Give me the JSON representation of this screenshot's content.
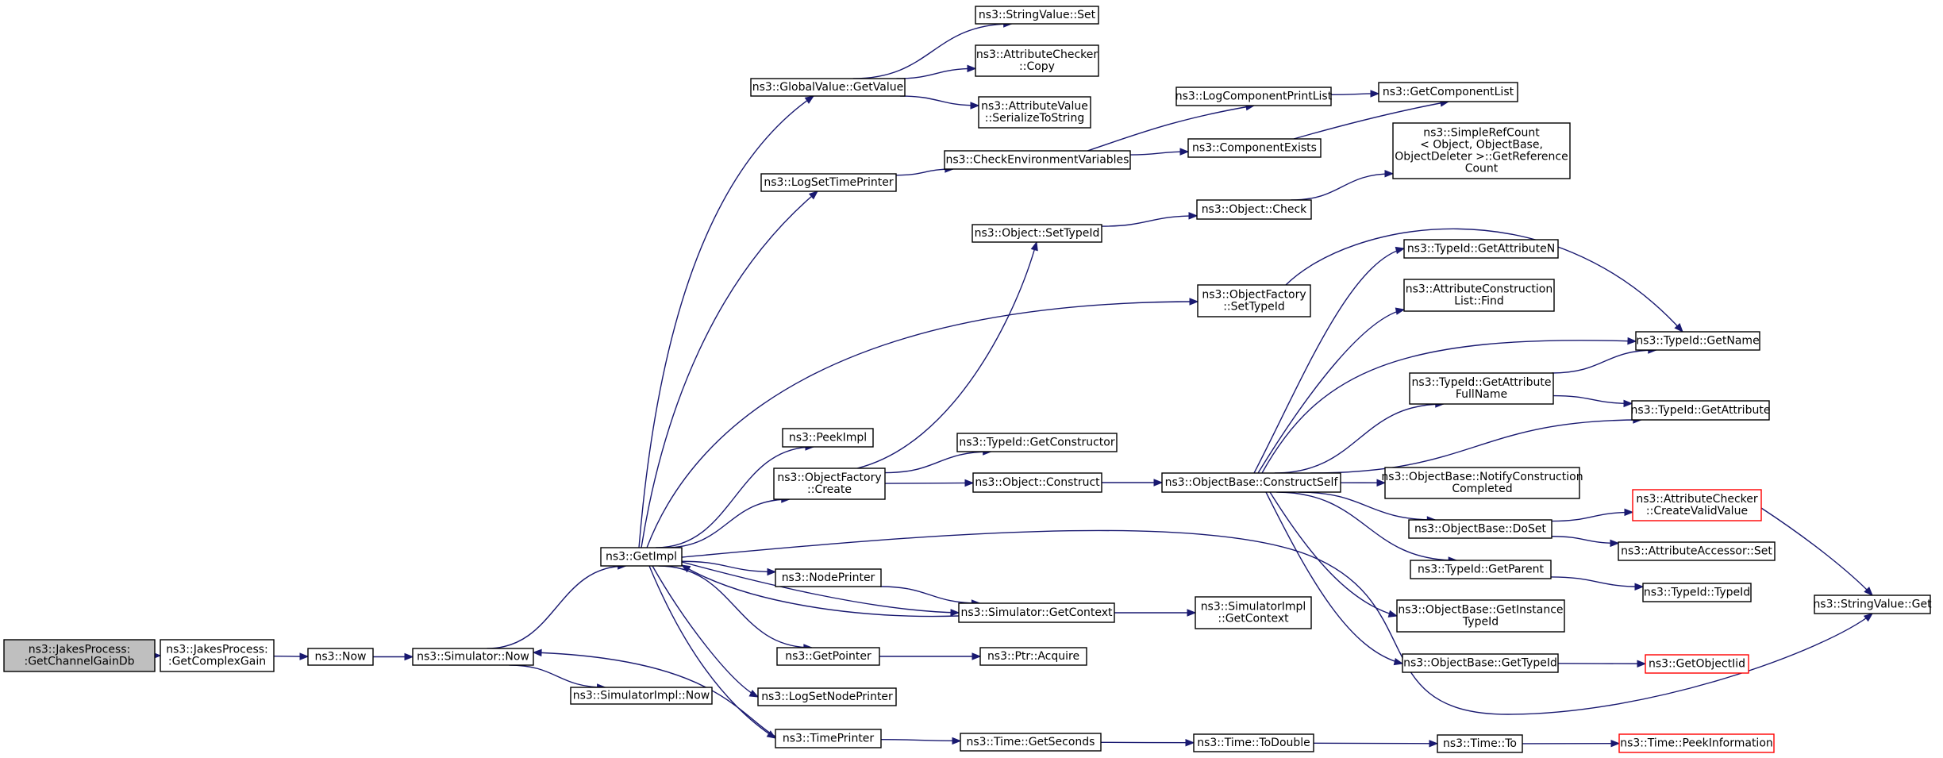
{
  "graph": {
    "nodes": [
      {
        "id": "getChannelGainDb",
        "lines": [
          "ns3::JakesProcess:",
          ":GetChannelGainDb"
        ],
        "root": true
      },
      {
        "id": "getComplexGain",
        "lines": [
          "ns3::JakesProcess:",
          ":GetComplexGain"
        ]
      },
      {
        "id": "now",
        "lines": [
          "ns3::Now"
        ]
      },
      {
        "id": "simulatorNow",
        "lines": [
          "ns3::Simulator::Now"
        ]
      },
      {
        "id": "simulatorImplNow",
        "lines": [
          "ns3::SimulatorImpl::Now"
        ]
      },
      {
        "id": "getImpl",
        "lines": [
          "ns3::GetImpl"
        ]
      },
      {
        "id": "globalValueGetValue",
        "lines": [
          "ns3::GlobalValue::GetValue"
        ]
      },
      {
        "id": "stringValueSet",
        "lines": [
          "ns3::StringValue::Set"
        ]
      },
      {
        "id": "attributeCheckerCopy",
        "lines": [
          "ns3::AttributeChecker",
          "::Copy"
        ]
      },
      {
        "id": "attributeValueSerialize",
        "lines": [
          "ns3::AttributeValue",
          "::SerializeToString"
        ]
      },
      {
        "id": "logSetTimePrinter",
        "lines": [
          "ns3::LogSetTimePrinter"
        ]
      },
      {
        "id": "checkEnvVars",
        "lines": [
          "ns3::CheckEnvironmentVariables"
        ]
      },
      {
        "id": "logComponentPrintList",
        "lines": [
          "ns3::LogComponentPrintList"
        ]
      },
      {
        "id": "componentExists",
        "lines": [
          "ns3::ComponentExists"
        ]
      },
      {
        "id": "getComponentList",
        "lines": [
          "ns3::GetComponentList"
        ]
      },
      {
        "id": "simpleRefCount",
        "lines": [
          "ns3::SimpleRefCount",
          "< Object, ObjectBase,",
          " ObjectDeleter >::GetReference",
          "Count"
        ]
      },
      {
        "id": "objectCheck",
        "lines": [
          "ns3::Object::Check"
        ]
      },
      {
        "id": "objectSetTypeId",
        "lines": [
          "ns3::Object::SetTypeId"
        ]
      },
      {
        "id": "objectFactorySetTypeId",
        "lines": [
          "ns3::ObjectFactory",
          "::SetTypeId"
        ]
      },
      {
        "id": "typeIdGetAttributeN",
        "lines": [
          "ns3::TypeId::GetAttributeN"
        ]
      },
      {
        "id": "attrConstructionListFind",
        "lines": [
          "ns3::AttributeConstruction",
          "List::Find"
        ]
      },
      {
        "id": "typeIdGetName",
        "lines": [
          "ns3::TypeId::GetName"
        ]
      },
      {
        "id": "typeIdGetAttributeFullName",
        "lines": [
          "ns3::TypeId::GetAttribute",
          "FullName"
        ]
      },
      {
        "id": "typeIdGetAttribute",
        "lines": [
          "ns3::TypeId::GetAttribute"
        ]
      },
      {
        "id": "peekImpl",
        "lines": [
          "ns3::PeekImpl"
        ]
      },
      {
        "id": "typeIdGetConstructor",
        "lines": [
          "ns3::TypeId::GetConstructor"
        ]
      },
      {
        "id": "objectFactoryCreate",
        "lines": [
          "ns3::ObjectFactory",
          "::Create"
        ]
      },
      {
        "id": "objectConstruct",
        "lines": [
          "ns3::Object::Construct"
        ]
      },
      {
        "id": "constructSelf",
        "lines": [
          "ns3::ObjectBase::ConstructSelf"
        ]
      },
      {
        "id": "notifyConstructionCompleted",
        "lines": [
          "ns3::ObjectBase::NotifyConstruction",
          "Completed"
        ]
      },
      {
        "id": "attributeCheckerCreateValidValue",
        "lines": [
          "ns3::AttributeChecker",
          "::CreateValidValue"
        ],
        "truncated": true
      },
      {
        "id": "objectBaseDoSet",
        "lines": [
          "ns3::ObjectBase::DoSet"
        ]
      },
      {
        "id": "attributeAccessorSet",
        "lines": [
          "ns3::AttributeAccessor::Set"
        ]
      },
      {
        "id": "stringValueGet",
        "lines": [
          "ns3::StringValue::Get"
        ]
      },
      {
        "id": "typeIdGetParent",
        "lines": [
          "ns3::TypeId::GetParent"
        ]
      },
      {
        "id": "typeIdTypeId",
        "lines": [
          "ns3::TypeId::TypeId"
        ]
      },
      {
        "id": "nodePrinter",
        "lines": [
          "ns3::NodePrinter"
        ]
      },
      {
        "id": "simulatorGetContext",
        "lines": [
          "ns3::Simulator::GetContext"
        ]
      },
      {
        "id": "simulatorImplGetContext",
        "lines": [
          "ns3::SimulatorImpl",
          "::GetContext"
        ]
      },
      {
        "id": "getInstanceTypeId",
        "lines": [
          "ns3::ObjectBase::GetInstance",
          "TypeId"
        ]
      },
      {
        "id": "getPointer",
        "lines": [
          "ns3::GetPointer"
        ]
      },
      {
        "id": "ptrAcquire",
        "lines": [
          "ns3::Ptr::Acquire"
        ]
      },
      {
        "id": "objectBaseGetTypeId",
        "lines": [
          "ns3::ObjectBase::GetTypeId"
        ]
      },
      {
        "id": "getObjectIid",
        "lines": [
          "ns3::GetObjectIid"
        ],
        "truncated": true
      },
      {
        "id": "logSetNodePrinter",
        "lines": [
          "ns3::LogSetNodePrinter"
        ]
      },
      {
        "id": "timePrinter",
        "lines": [
          "ns3::TimePrinter"
        ]
      },
      {
        "id": "timeGetSeconds",
        "lines": [
          "ns3::Time::GetSeconds"
        ]
      },
      {
        "id": "timeToDouble",
        "lines": [
          "ns3::Time::ToDouble"
        ]
      },
      {
        "id": "timeTo",
        "lines": [
          "ns3::Time::To"
        ]
      },
      {
        "id": "timePeekInformation",
        "lines": [
          "ns3::Time::PeekInformation"
        ],
        "truncated": true
      }
    ],
    "edges": [
      [
        "getChannelGainDb",
        "getComplexGain"
      ],
      [
        "getComplexGain",
        "now"
      ],
      [
        "now",
        "simulatorNow"
      ],
      [
        "simulatorNow",
        "getImpl"
      ],
      [
        "simulatorNow",
        "simulatorImplNow"
      ],
      [
        "getImpl",
        "globalValueGetValue"
      ],
      [
        "getImpl",
        "logSetTimePrinter"
      ],
      [
        "getImpl",
        "objectFactorySetTypeId"
      ],
      [
        "getImpl",
        "peekImpl"
      ],
      [
        "getImpl",
        "objectFactoryCreate"
      ],
      [
        "getImpl",
        "nodePrinter"
      ],
      [
        "getImpl",
        "simulatorGetContext"
      ],
      [
        "getImpl",
        "getPointer"
      ],
      [
        "getImpl",
        "logSetNodePrinter"
      ],
      [
        "getImpl",
        "timePrinter"
      ],
      [
        "getImpl",
        "stringValueGet"
      ],
      [
        "globalValueGetValue",
        "stringValueSet"
      ],
      [
        "globalValueGetValue",
        "attributeCheckerCopy"
      ],
      [
        "globalValueGetValue",
        "attributeValueSerialize"
      ],
      [
        "logSetTimePrinter",
        "checkEnvVars"
      ],
      [
        "checkEnvVars",
        "logComponentPrintList"
      ],
      [
        "checkEnvVars",
        "componentExists"
      ],
      [
        "logComponentPrintList",
        "getComponentList"
      ],
      [
        "componentExists",
        "getComponentList"
      ],
      [
        "objectSetTypeId",
        "objectCheck"
      ],
      [
        "objectCheck",
        "simpleRefCount"
      ],
      [
        "objectFactorySetTypeId",
        "typeIdGetName"
      ],
      [
        "objectFactoryCreate",
        "objectSetTypeId"
      ],
      [
        "objectFactoryCreate",
        "typeIdGetConstructor"
      ],
      [
        "objectFactoryCreate",
        "objectConstruct"
      ],
      [
        "objectConstruct",
        "constructSelf"
      ],
      [
        "constructSelf",
        "typeIdGetAttributeN"
      ],
      [
        "constructSelf",
        "attrConstructionListFind"
      ],
      [
        "constructSelf",
        "typeIdGetName"
      ],
      [
        "constructSelf",
        "typeIdGetAttributeFullName"
      ],
      [
        "constructSelf",
        "typeIdGetAttribute"
      ],
      [
        "constructSelf",
        "notifyConstructionCompleted"
      ],
      [
        "constructSelf",
        "objectBaseDoSet"
      ],
      [
        "constructSelf",
        "typeIdGetParent"
      ],
      [
        "constructSelf",
        "getInstanceTypeId"
      ],
      [
        "constructSelf",
        "objectBaseGetTypeId"
      ],
      [
        "typeIdGetAttributeFullName",
        "typeIdGetName"
      ],
      [
        "typeIdGetAttributeFullName",
        "typeIdGetAttribute"
      ],
      [
        "objectBaseDoSet",
        "attributeCheckerCreateValidValue"
      ],
      [
        "objectBaseDoSet",
        "attributeAccessorSet"
      ],
      [
        "attributeCheckerCreateValidValue",
        "stringValueGet"
      ],
      [
        "typeIdGetParent",
        "typeIdTypeId"
      ],
      [
        "objectBaseGetTypeId",
        "getObjectIid"
      ],
      [
        "nodePrinter",
        "simulatorGetContext"
      ],
      [
        "simulatorGetContext",
        "getImpl"
      ],
      [
        "simulatorGetContext",
        "simulatorImplGetContext"
      ],
      [
        "getPointer",
        "ptrAcquire"
      ],
      [
        "timePrinter",
        "simulatorNow"
      ],
      [
        "timePrinter",
        "timeGetSeconds"
      ],
      [
        "timeGetSeconds",
        "timeToDouble"
      ],
      [
        "timeToDouble",
        "timeTo"
      ],
      [
        "timeTo",
        "timePeekInformation"
      ]
    ]
  }
}
